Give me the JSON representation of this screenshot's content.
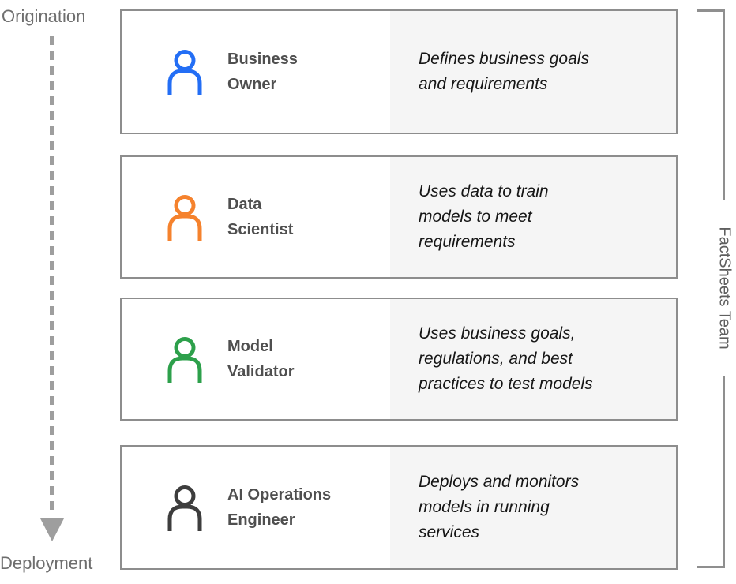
{
  "flow": {
    "start_label": "Origination",
    "end_label": "Deployment"
  },
  "team_bracket": {
    "label": "FactSheets Team"
  },
  "roles": [
    {
      "name": "Business\nOwner",
      "description": "Defines business goals\nand requirements",
      "icon": "person-icon",
      "icon_color": "#236ef5"
    },
    {
      "name": "Data\nScientist",
      "description": "Uses data to train\nmodels to meet\nrequirements",
      "icon": "person-icon",
      "icon_color": "#f5822d"
    },
    {
      "name": "Model\nValidator",
      "description": "Uses business goals,\nregulations, and best\npractices to test models",
      "icon": "person-icon",
      "icon_color": "#2da04b"
    },
    {
      "name": "AI Operations\nEngineer",
      "description": "Deploys and monitors\nmodels in running\nservices",
      "icon": "person-icon",
      "icon_color": "#3d3d3d"
    }
  ],
  "palette": {
    "card_border": "#8d8d8d",
    "panel_background": "#f5f5f5",
    "flow_gray": "#9e9e9e",
    "bracket_gray": "#8f8f8f",
    "flow_label_gray": "#6e6e6e",
    "role_name_color": "#4f4f4f",
    "description_color": "#161616"
  }
}
